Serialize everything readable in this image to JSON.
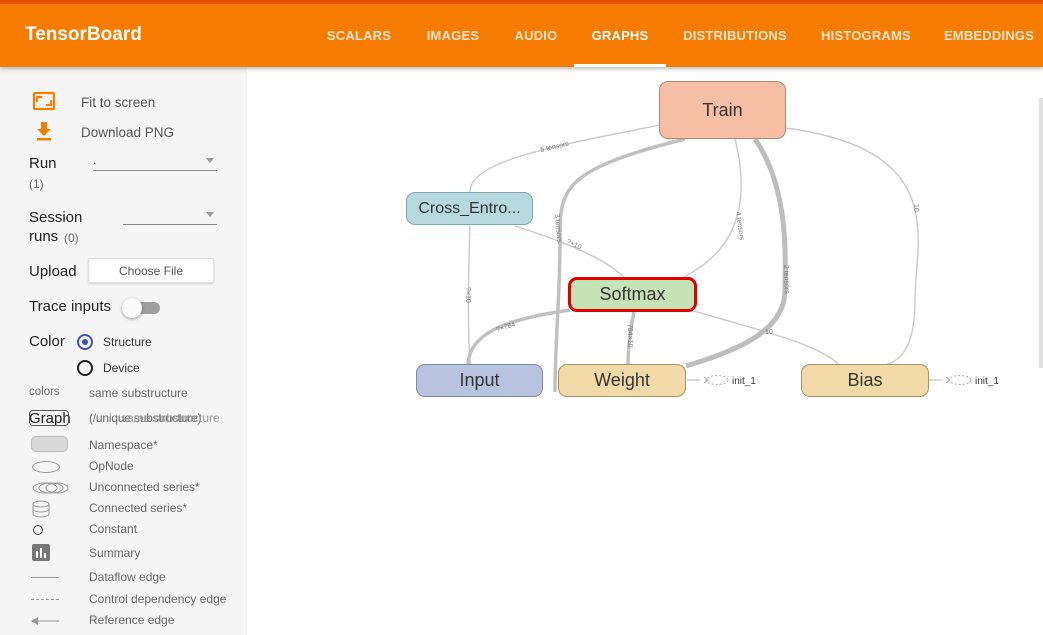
{
  "header": {
    "brand": "TensorBoard",
    "tabs": [
      {
        "label": "SCALARS"
      },
      {
        "label": "IMAGES"
      },
      {
        "label": "AUDIO"
      },
      {
        "label": "GRAPHS",
        "active": true
      },
      {
        "label": "DISTRIBUTIONS"
      },
      {
        "label": "HISTOGRAMS"
      },
      {
        "label": "EMBEDDINGS"
      }
    ]
  },
  "sidebar": {
    "fit_to_screen": "Fit to screen",
    "fit_icon": "fit-screen-icon",
    "download_png": "Download PNG",
    "download_icon": "download-icon",
    "run": {
      "label": "Run",
      "count": "(1)",
      "value": "."
    },
    "session_runs": {
      "label1": "Session",
      "label2": "runs",
      "count": "(0)"
    },
    "upload": {
      "label": "Upload",
      "button": "Choose File"
    },
    "trace_inputs": {
      "label": "Trace inputs"
    },
    "color": {
      "label": "Color",
      "options": [
        {
          "label": "Structure",
          "checked": true
        },
        {
          "label": "Device",
          "checked": false
        }
      ],
      "colors_label": "colors",
      "same_substructure": "same substructure",
      "unique_substructure": "(/unique substructure)"
    },
    "graph_label": "Graph",
    "legend": [
      {
        "icon": "namespace-icon",
        "label": "Namespace*"
      },
      {
        "icon": "opnode-icon",
        "label": "OpNode"
      },
      {
        "icon": "unconnected-series-icon",
        "label": "Unconnected series*"
      },
      {
        "icon": "connected-series-icon",
        "label": "Connected series*"
      },
      {
        "icon": "constant-icon",
        "label": "Constant"
      },
      {
        "icon": "summary-icon",
        "label": "Summary"
      },
      {
        "icon": "dataflow-edge-icon",
        "label": "Dataflow edge"
      },
      {
        "icon": "control-dependency-edge-icon",
        "label": "Control dependency edge"
      },
      {
        "icon": "reference-edge-icon",
        "label": "Reference edge"
      }
    ]
  },
  "graph": {
    "nodes": {
      "train": "Train",
      "cross_entropy": "Cross_Entro...",
      "softmax": "Softmax",
      "input": "Input",
      "weight": "Weight",
      "bias": "Bias"
    },
    "init_labels": {
      "weight": "init_1",
      "bias": "init_1"
    },
    "edge_labels": {
      "five_tensors": "5 tensors",
      "three_tensors": "3 tensors",
      "four_tensors": "4 tensors",
      "two_tensors": "2 tensors",
      "ten_bias": "10",
      "ten_softmax_bias": "10",
      "q10_a": "?×10",
      "q10_b": "?×10",
      "q784": "?×784",
      "w784": "784×10"
    },
    "colors": {
      "train": "#f6bfa5",
      "cross_entropy": "#b7d8dc",
      "softmax": "#c5e3b5",
      "softmax_border": "#e00000",
      "input": "#b8c4df",
      "weight": "#f1d9a8",
      "bias": "#f1d9a8"
    }
  }
}
